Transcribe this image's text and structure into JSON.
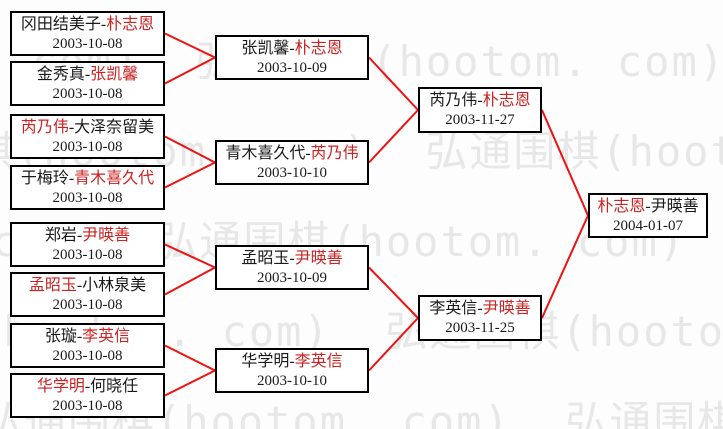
{
  "watermark": {
    "text": "弘通围棋(hootom. com)"
  },
  "separator": "-",
  "colors": {
    "line": "#ee1111",
    "winner_text": "#cc2222",
    "box_border": "#000000",
    "box_background": "#ffffff",
    "watermark_text": "#e7e7e7",
    "page_background": "#fdfdfd"
  },
  "rounds": [
    {
      "name": "round-1",
      "matches": [
        {
          "left": "冈田结美子",
          "right": "朴志恩",
          "winner": "right",
          "date": "2003-10-08"
        },
        {
          "left": "金秀真",
          "right": "张凯馨",
          "winner": "right",
          "date": "2003-10-08"
        },
        {
          "left": "芮乃伟",
          "right": "大泽奈留美",
          "winner": "left",
          "date": "2003-10-08"
        },
        {
          "left": "于梅玲",
          "right": "青木喜久代",
          "winner": "right",
          "date": "2003-10-08"
        },
        {
          "left": "郑岩",
          "right": "尹暎善",
          "winner": "right",
          "date": "2003-10-08"
        },
        {
          "left": "孟昭玉",
          "right": "小林泉美",
          "winner": "left",
          "date": "2003-10-08"
        },
        {
          "left": "张璇",
          "right": "李英信",
          "winner": "right",
          "date": "2003-10-08"
        },
        {
          "left": "华学明",
          "right": "何晓任",
          "winner": "left",
          "date": "2003-10-08"
        }
      ]
    },
    {
      "name": "round-2",
      "matches": [
        {
          "left": "张凯馨",
          "right": "朴志恩",
          "winner": "right",
          "date": "2003-10-09"
        },
        {
          "left": "青木喜久代",
          "right": "芮乃伟",
          "winner": "right",
          "date": "2003-10-10"
        },
        {
          "left": "孟昭玉",
          "right": "尹暎善",
          "winner": "right",
          "date": "2003-10-09"
        },
        {
          "left": "华学明",
          "right": "李英信",
          "winner": "right",
          "date": "2003-10-10"
        }
      ]
    },
    {
      "name": "semifinal",
      "matches": [
        {
          "left": "芮乃伟",
          "right": "朴志恩",
          "winner": "right",
          "date": "2003-11-27"
        },
        {
          "left": "李英信",
          "right": "尹暎善",
          "winner": "right",
          "date": "2003-11-25"
        }
      ]
    },
    {
      "name": "final",
      "matches": [
        {
          "left": "朴志恩",
          "right": "尹暎善",
          "winner": "left",
          "date": "2004-01-07"
        }
      ]
    }
  ]
}
